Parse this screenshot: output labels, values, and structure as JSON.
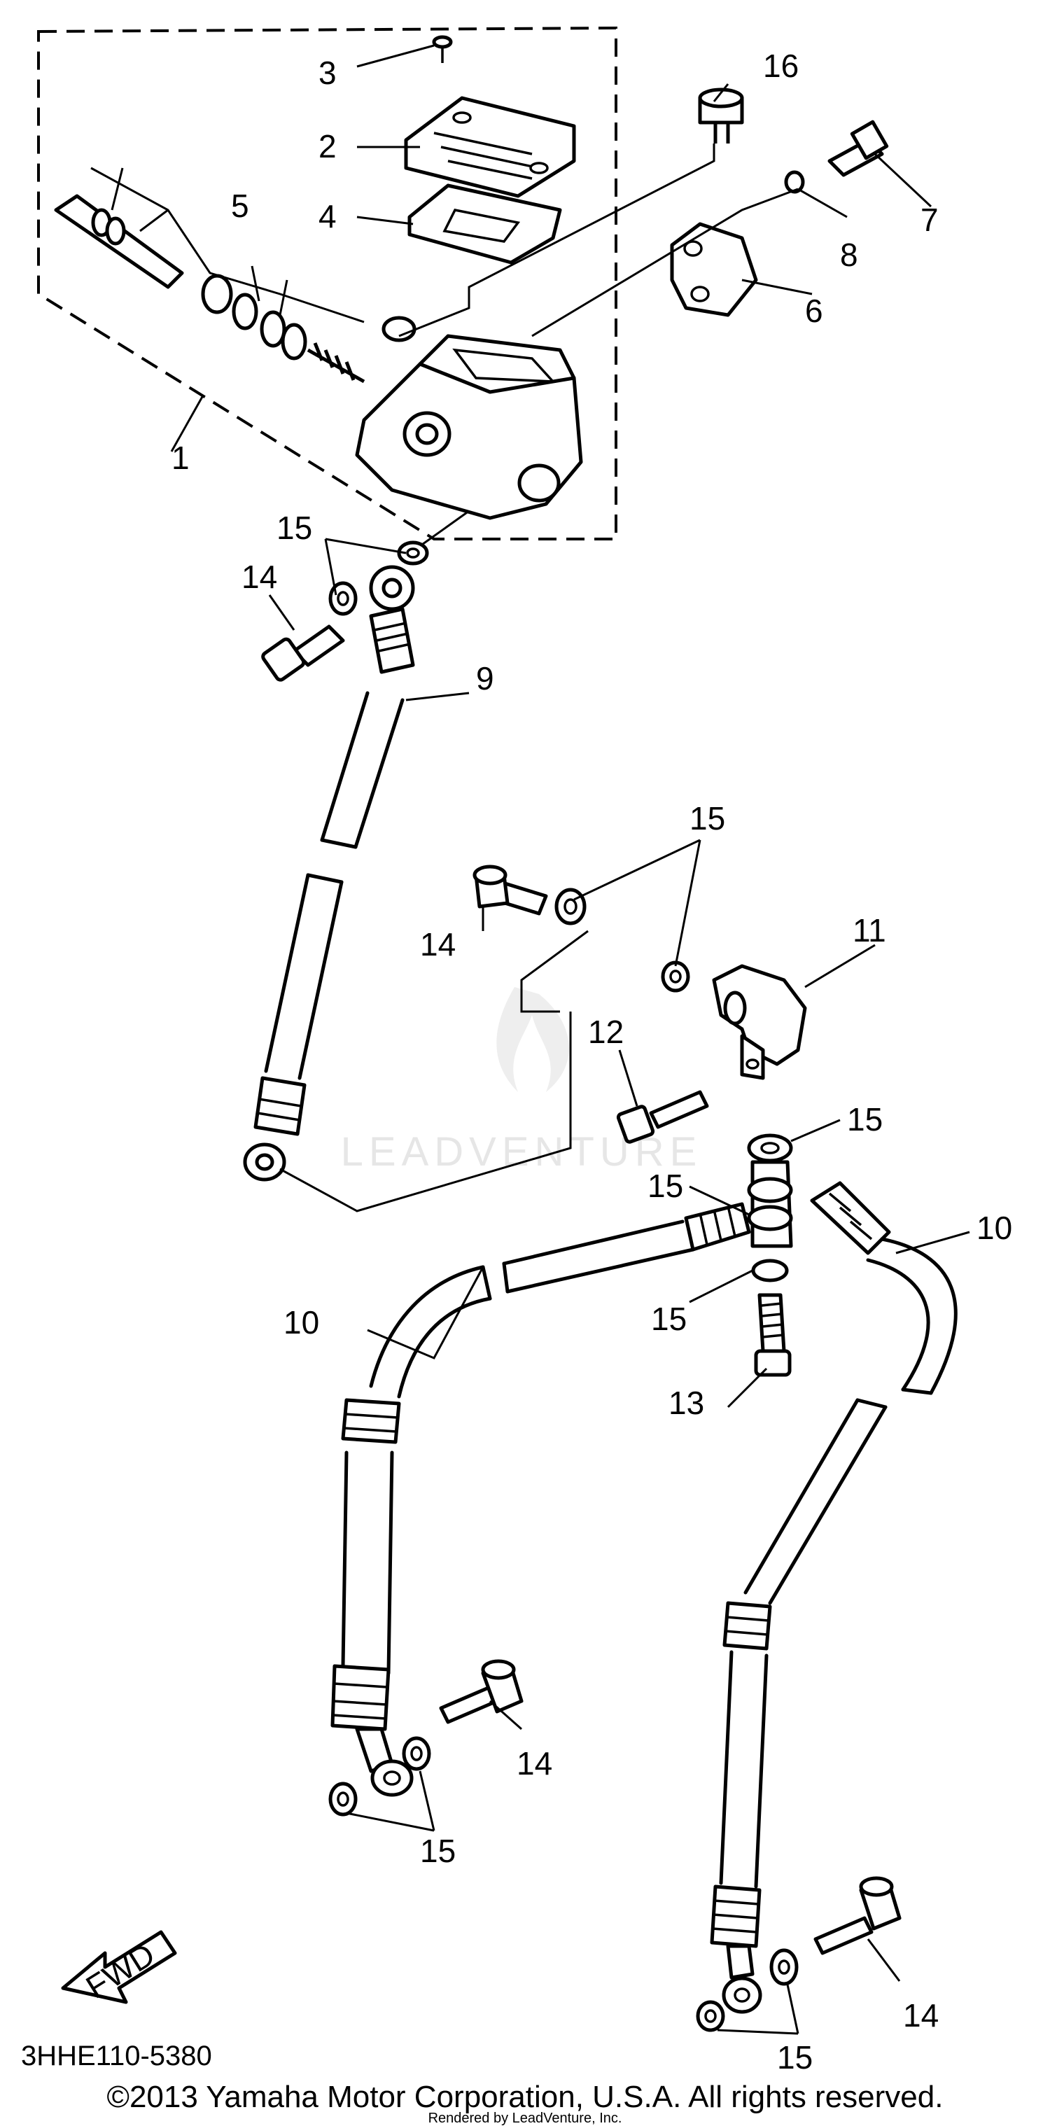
{
  "diagram_code": "3HHE110-5380",
  "copyright": "©2013 Yamaha Motor Corporation, U.S.A. All rights reserved.",
  "rendered_by": "Rendered by LeadVenture, Inc.",
  "watermark": "LEADVENTURE",
  "fwd_label": "FWD",
  "callouts": {
    "c1": "1",
    "c2": "2",
    "c3": "3",
    "c4": "4",
    "c5": "5",
    "c6": "6",
    "c7": "7",
    "c8": "8",
    "c9": "9",
    "c10a": "10",
    "c10b": "10",
    "c11": "11",
    "c12": "12",
    "c13": "13",
    "c14a": "14",
    "c14b": "14",
    "c14c": "14",
    "c14d": "14",
    "c15a": "15",
    "c15b": "15",
    "c15c": "15",
    "c15d": "15",
    "c15e": "15",
    "c15f": "15",
    "c15g": "15",
    "c16": "16"
  }
}
